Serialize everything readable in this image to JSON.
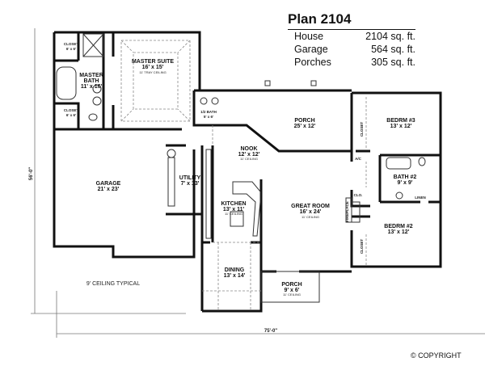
{
  "info": {
    "title": "Plan 2104",
    "rows": [
      {
        "label": "House",
        "value": "2104 sq. ft."
      },
      {
        "label": "Garage",
        "value": "564 sq. ft."
      },
      {
        "label": "Porches",
        "value": "305 sq. ft."
      }
    ]
  },
  "rooms": {
    "closet_top": {
      "name": "CLOSET",
      "size": "6' x 6'"
    },
    "master_bath": {
      "name": "MASTER",
      "name2": "BATH",
      "size": "11' x 16'"
    },
    "closet_bottom": {
      "name": "CLOSET",
      "size": "6' x 6'"
    },
    "master_suite": {
      "name": "MASTER SUITE",
      "size": "16' x 15'",
      "ceiling": "11' TRAY CEILING"
    },
    "half_bath": {
      "name": "1/2 BATH",
      "size": "5' x 6'"
    },
    "porch_rear": {
      "name": "PORCH",
      "size": "25' x 12'"
    },
    "bedroom3": {
      "name": "BEDRM #3",
      "size": "13' x 12'"
    },
    "nook": {
      "name": "NOOK",
      "size": "12' x 12'",
      "ceiling": "11' CEILING"
    },
    "garage": {
      "name": "GARAGE",
      "size": "21' x 23'"
    },
    "utility": {
      "name": "UTILITY",
      "size": "7' x 13'"
    },
    "bath2": {
      "name": "BATH #2",
      "size": "9' x 9'"
    },
    "kitchen": {
      "name": "KITCHEN",
      "size": "13' x 11'",
      "ceiling": "11' CEILING"
    },
    "great_room": {
      "name": "GREAT ROOM",
      "size": "16' x 24'",
      "ceiling": "11' CEILING"
    },
    "bedroom2": {
      "name": "BEDRM #2",
      "size": "13' x 12'"
    },
    "dining": {
      "name": "DINING",
      "size": "13' x 14'"
    },
    "porch_front": {
      "name": "PORCH",
      "size": "9' x 6'",
      "ceiling": "11' CEILING"
    }
  },
  "labels": {
    "closet": "CLOSET",
    "clo": "CLO.",
    "ac": "A/C",
    "linen": "LINEN",
    "fireplace": "FIREPLACE",
    "ceiling_note": "9' CEILING TYPICAL"
  },
  "dimensions": {
    "width": "75'-0\"",
    "depth": "56'-0\""
  },
  "copyright": "© COPYRIGHT"
}
